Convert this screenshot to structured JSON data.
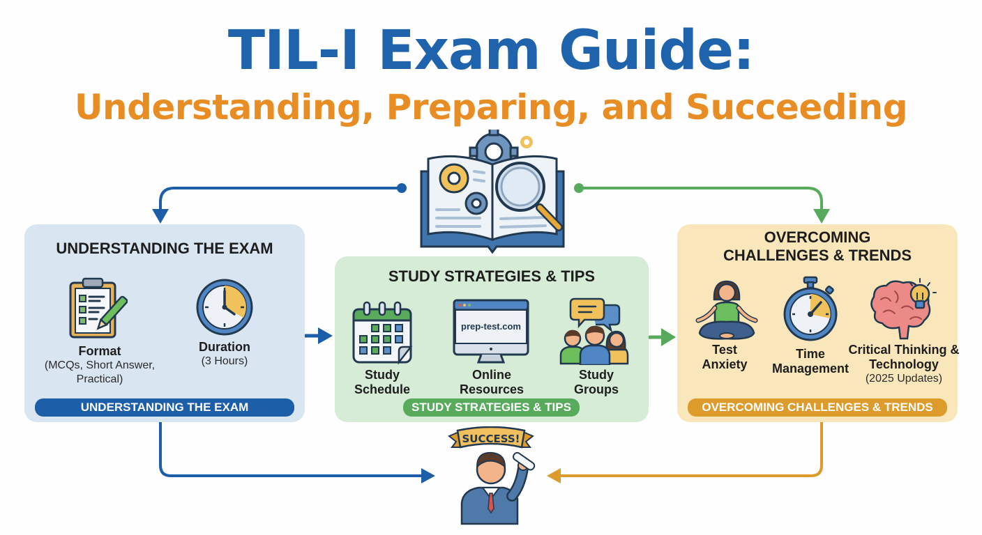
{
  "header": {
    "title": "TIL-I Exam Guide:",
    "subtitle": "Understanding, Preparing, and Succeeding"
  },
  "colors": {
    "title_blue": "#1f63ad",
    "subtitle_orange": "#e88d24",
    "blue_card_bg": "#d9e5f1",
    "green_card_bg": "#d7ecd6",
    "yellow_card_bg": "#f9e7bb",
    "blue_accent": "#1d5ea8",
    "green_accent": "#58aa5c",
    "orange_accent": "#dd9b2c"
  },
  "center_icon": {
    "name": "open-book-with-gears-and-magnifier",
    "left_connector_color": "#1d5ea8",
    "right_connector_color": "#58aa5c"
  },
  "sections": [
    {
      "id": "understanding",
      "title": "UNDERSTANDING THE EXAM",
      "footer_label": "UNDERSTANDING THE EXAM",
      "items": [
        {
          "icon": "clipboard-checklist-icon",
          "label": "Format",
          "sub": "(MCQs, Short Answer, Practical)"
        },
        {
          "icon": "clock-icon",
          "label": "Duration",
          "sub": "(3 Hours)"
        }
      ]
    },
    {
      "id": "study",
      "title": "STUDY STRATEGIES & TIPS",
      "footer_label": "STUDY STRATEGIES & TIPS",
      "items": [
        {
          "icon": "calendar-icon",
          "label": "Study Schedule",
          "sub": ""
        },
        {
          "icon": "monitor-icon",
          "label": "Online Resources",
          "sub": "",
          "screen_text": "prep-test.com"
        },
        {
          "icon": "study-group-icon",
          "label": "Study Groups",
          "sub": ""
        }
      ]
    },
    {
      "id": "challenges",
      "title_line1": "OVERCOMING",
      "title_line2": "CHALLENGES & TRENDS",
      "footer_label": "OVERCOMING CHALLENGES & TRENDS",
      "items": [
        {
          "icon": "meditation-icon",
          "label": "Test Anxiety",
          "sub": ""
        },
        {
          "icon": "stopwatch-icon",
          "label": "Time Management",
          "sub": ""
        },
        {
          "icon": "brain-lightbulb-icon",
          "label": "Critical Thinking & Technology",
          "sub": "(2025 Updates)"
        }
      ]
    }
  ],
  "outcome": {
    "banner": "SUCCESS!",
    "icon": "graduate-with-diploma-icon"
  }
}
